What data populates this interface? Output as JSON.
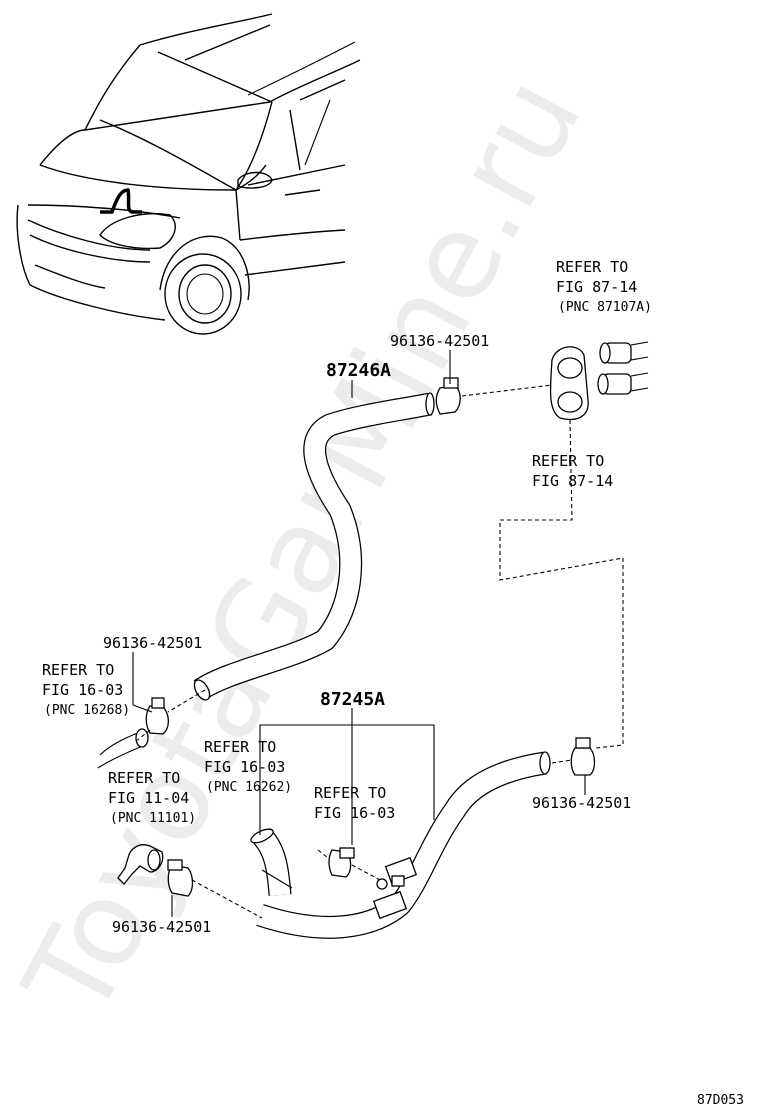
{
  "watermark": "ToyotaGarMine.ru",
  "figure_code": "87D053",
  "parts": {
    "hose_upper": "87246A",
    "hose_lower": "87245A",
    "clamp_top": "96136-42501",
    "clamp_left": "96136-42501",
    "clamp_right": "96136-42501",
    "clamp_bottom": "96136-42501"
  },
  "refs": {
    "valve_top": {
      "line1": "REFER TO",
      "line2": "FIG 87-14",
      "line3": "(PNC 87107A)"
    },
    "valve_bottom": {
      "line1": "REFER TO",
      "line2": "FIG 87-14"
    },
    "left_pipe": {
      "line1": "REFER TO",
      "line2": "FIG 16-03",
      "line3": "(PNC 16268)"
    },
    "engine_pipe": {
      "line1": "REFER TO",
      "line2": "FIG 11-04",
      "line3": "(PNC 11101)"
    },
    "center_hose": {
      "line1": "REFER TO",
      "line2": "FIG 16-03",
      "line3": "(PNC 16262)"
    },
    "center_clamp": {
      "line1": "REFER TO",
      "line2": "FIG 16-03"
    }
  }
}
